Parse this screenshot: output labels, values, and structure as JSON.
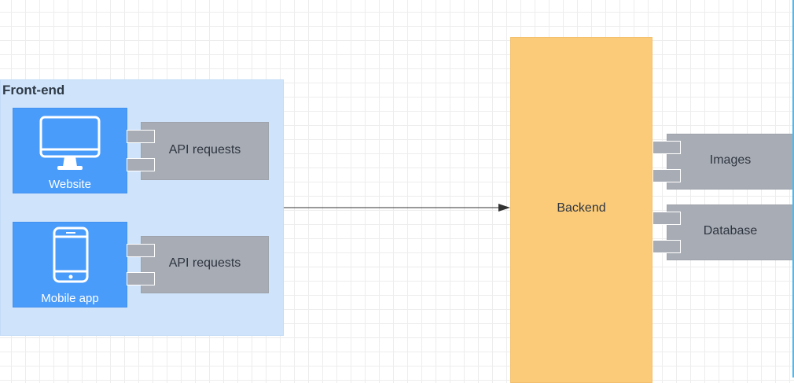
{
  "frontend": {
    "title": "Front-end",
    "devices": [
      {
        "label": "Website",
        "icon": "monitor-icon"
      },
      {
        "label": "Mobile app",
        "icon": "smartphone-icon"
      }
    ],
    "components": [
      {
        "label": "API requests"
      },
      {
        "label": "API requests"
      }
    ]
  },
  "backend": {
    "label": "Backend"
  },
  "storage": [
    {
      "label": "Images"
    },
    {
      "label": "Database"
    }
  ],
  "colors": {
    "frontend_bg": "#cfe4fb",
    "device_blue": "#4a9cfb",
    "component_gray": "#a8adb5",
    "backend_orange": "#fbcb79",
    "arrow": "#333333"
  }
}
